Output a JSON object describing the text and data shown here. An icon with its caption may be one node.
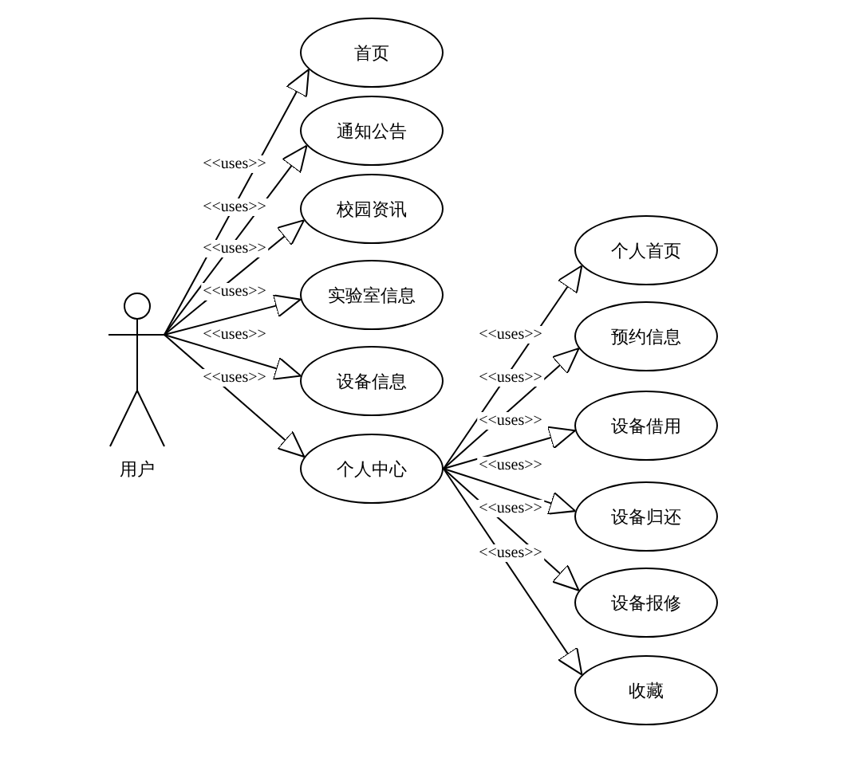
{
  "diagram": {
    "nodes": [
      {
        "text": [
          "用户"
        ]
      },
      {
        "text": [
          "首页"
        ]
      },
      {
        "text": [
          "通知公告"
        ]
      },
      {
        "text": [
          "校园资讯"
        ]
      },
      {
        "text": [
          "实验室信息"
        ]
      },
      {
        "text": [
          "设备信息"
        ]
      },
      {
        "text": [
          "个人中心"
        ]
      },
      {
        "text": [
          "个人首页"
        ]
      },
      {
        "text": [
          "预约信息"
        ]
      },
      {
        "text": [
          "设备借用"
        ]
      },
      {
        "text": [
          "设备归还"
        ]
      },
      {
        "text": [
          "设备报修"
        ]
      },
      {
        "text": [
          "收藏"
        ]
      }
    ],
    "edges": [
      {
        "from": 0,
        "to": 1,
        "arrow": "to",
        "label": "<<uses>>"
      },
      {
        "from": 0,
        "to": 2,
        "arrow": "to",
        "label": "<<uses>>"
      },
      {
        "from": 0,
        "to": 3,
        "arrow": "to",
        "label": "<<uses>>"
      },
      {
        "from": 0,
        "to": 4,
        "arrow": "to",
        "label": "<<uses>>"
      },
      {
        "from": 0,
        "to": 5,
        "arrow": "to",
        "label": "<<uses>>"
      },
      {
        "from": 0,
        "to": 6,
        "arrow": "to",
        "label": "<<uses>>"
      },
      {
        "from": 6,
        "to": 7,
        "arrow": "to",
        "label": "<<uses>>"
      },
      {
        "from": 6,
        "to": 8,
        "arrow": "to",
        "label": "<<uses>>"
      },
      {
        "from": 6,
        "to": 9,
        "arrow": "to",
        "label": "<<uses>>"
      },
      {
        "from": 6,
        "to": 10,
        "arrow": "to",
        "label": "<<uses>>"
      },
      {
        "from": 6,
        "to": 11,
        "arrow": "to",
        "label": "<<uses>>"
      },
      {
        "from": 6,
        "to": 12,
        "arrow": "to",
        "label": "<<uses>>"
      }
    ]
  }
}
